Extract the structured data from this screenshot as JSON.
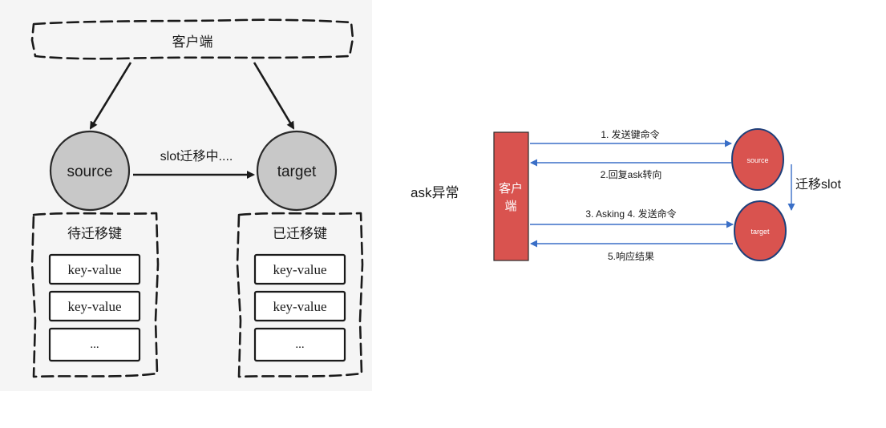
{
  "left_diagram": {
    "client_label": "客户端",
    "source_label": "source",
    "target_label": "target",
    "migrating_label": "slot迁移中....",
    "source_group_title": "待迁移键",
    "target_group_title": "已迁移键",
    "source_items": [
      "key-value",
      "key-value",
      "..."
    ],
    "target_items": [
      "key-value",
      "key-value",
      "..."
    ]
  },
  "right_diagram": {
    "caption": "ask异常",
    "client_label_line1": "客户",
    "client_label_line2": "端",
    "source_label": "source",
    "target_label": "target",
    "step1": "1. 发送键命令",
    "step2": "2.回复ask转向",
    "step3": "3. Asking 4. 发送命令",
    "step5": "5.响应结果",
    "migrate_label": "迁移slot"
  },
  "colors": {
    "node_gray": "#c8c8c8",
    "accent_red": "#d9534f",
    "arrow_blue": "#3a6fc7"
  }
}
